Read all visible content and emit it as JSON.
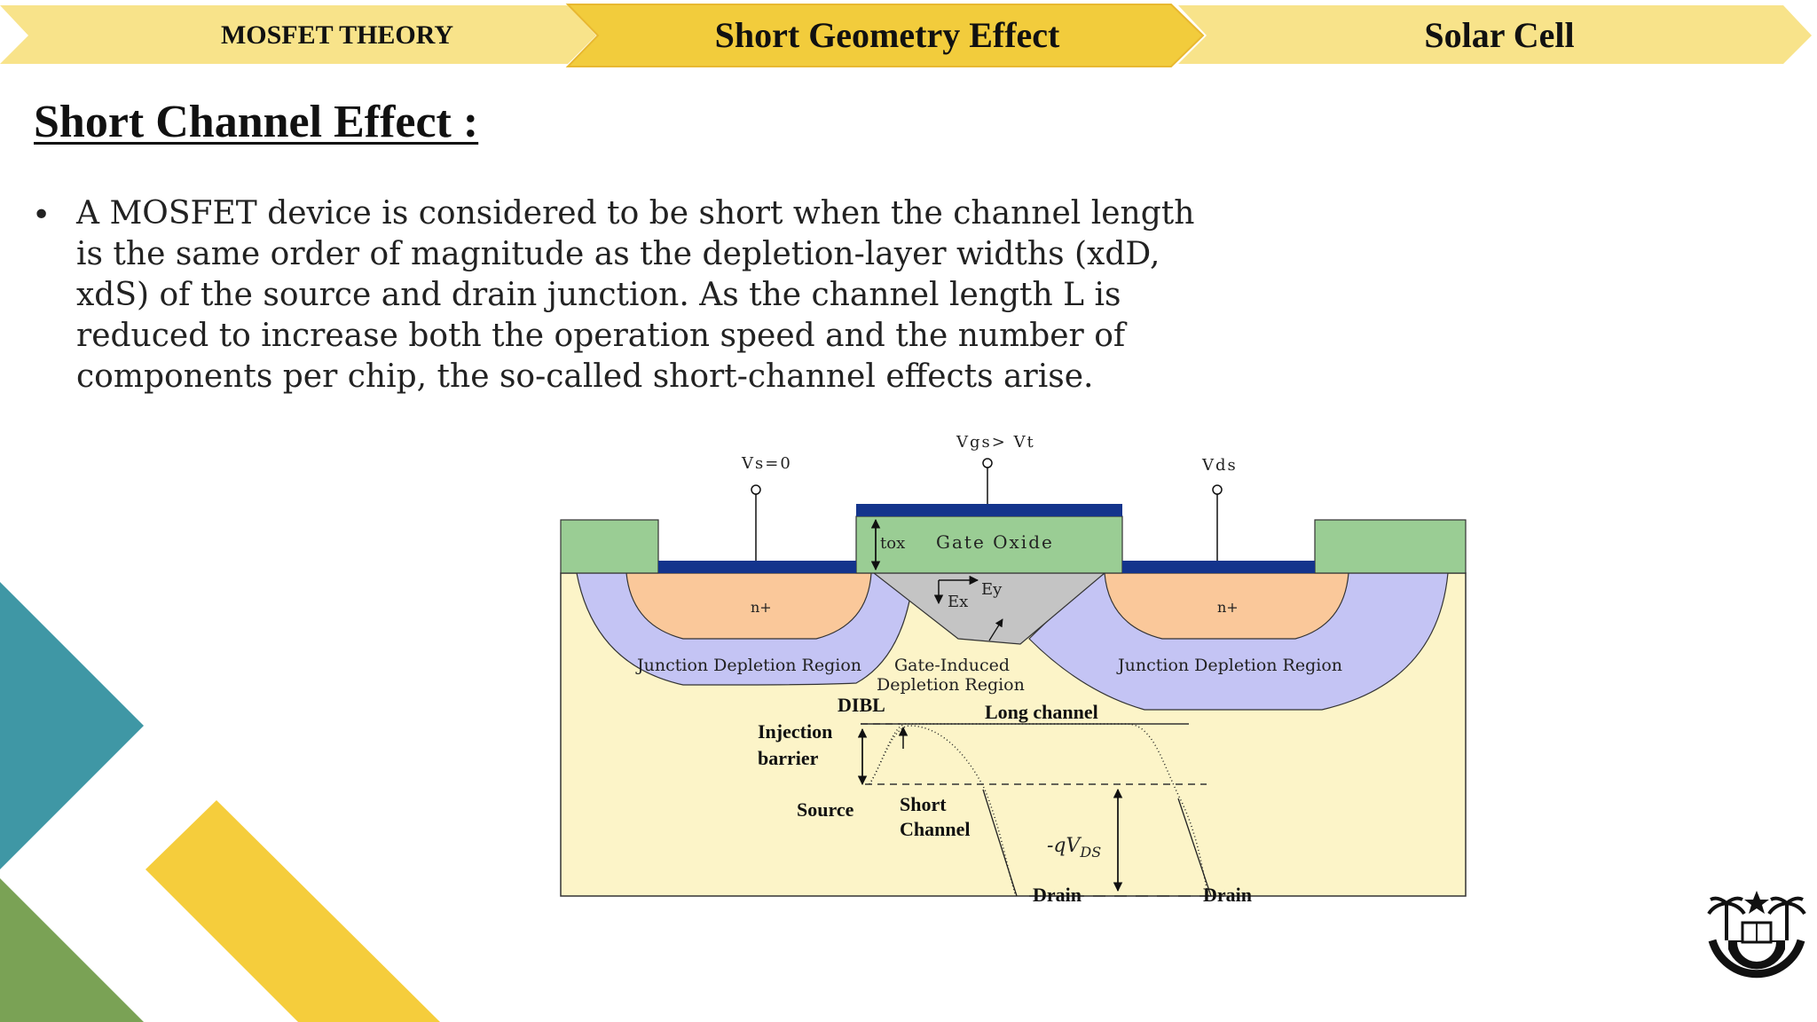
{
  "nav": {
    "tabs": [
      {
        "label": "MOSFET THEORY"
      },
      {
        "label": "Short Geometry Effect"
      },
      {
        "label": "Solar Cell"
      }
    ]
  },
  "title": "Short Channel Effect :",
  "bullet": "A MOSFET device is considered to be short when the channel length is the same order of magnitude as the depletion-layer widths (xdD, xdS) of the source and drain junction. As the channel length L is reduced to increase both the operation speed and the number of components per chip, the so-called short-channel effects arise.",
  "diagram": {
    "vs": "Vs=0",
    "vgs": "Vgs> Vt",
    "vds": "Vds",
    "tox": "tox",
    "gate_oxide": "Gate Oxide",
    "ey": "Ey",
    "ex": "Ex",
    "n_plus_left": "n+",
    "n_plus_right": "n+",
    "junction_left": "Junction Depletion Region",
    "junction_right": "Junction Depletion Region",
    "gate_induced_1": "Gate-Induced",
    "gate_induced_2": "Depletion Region",
    "dibl": "DIBL",
    "long_channel": "Long channel",
    "injection_1": "Injection",
    "injection_2": "barrier",
    "source": "Source",
    "short_1": "Short",
    "short_2": "Channel",
    "qvds": "-qV",
    "qvds_sub": "DS",
    "drain_left": "Drain",
    "drain_right": "Drain"
  },
  "colors": {
    "nav_yellow_light": "#F8E38A",
    "nav_yellow_dark": "#F2CC3C",
    "substrate": "#FCF4C8",
    "depletion": "#C4C4F4",
    "n_plus": "#FAC89A",
    "oxide": "#9ACD94",
    "metal": "#13348C",
    "gate_depletion": "#C4C4C4",
    "teal": "#3F97A5",
    "green": "#7AA255",
    "yellow": "#F5CD3C"
  },
  "logo": {
    "icon": "university-emblem-icon"
  }
}
